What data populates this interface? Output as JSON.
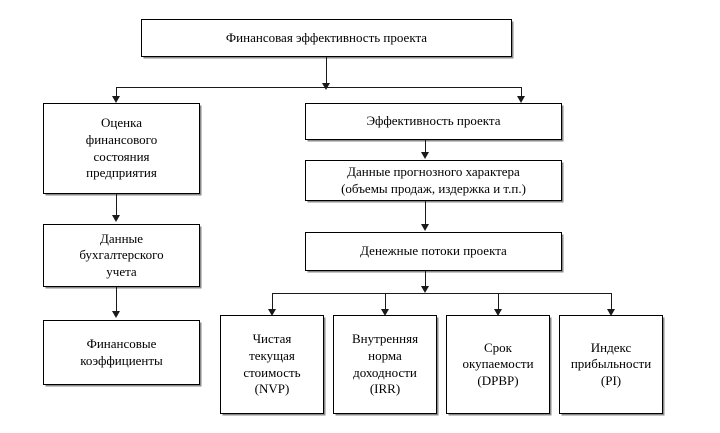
{
  "diagram": {
    "title": "Финансовая эффективность проекта",
    "type": "hierarchy-flowchart",
    "root": {
      "id": "root",
      "label": "Финансовая эффективность проекта"
    },
    "left_branch": [
      {
        "id": "assessment",
        "label": "Оценка\nфинансового\nсостояния\nпредприятия"
      },
      {
        "id": "accounting-data",
        "label": "Данные\nбухгалтерского\nучета"
      },
      {
        "id": "financial-ratios",
        "label": "Финансовые\nкоэффициенты"
      }
    ],
    "right_branch": [
      {
        "id": "project-efficiency",
        "label": "Эффективность проекта"
      },
      {
        "id": "forecast-data",
        "label": "Данные прогнозного характера\n(объемы продаж, издержка и т.п.)"
      },
      {
        "id": "cash-flows",
        "label": "Денежные потоки проекта"
      }
    ],
    "indicators": [
      {
        "id": "npv",
        "label": "Чистая\nтекущая\nстоимость\n(NVP)"
      },
      {
        "id": "irr",
        "label": "Внутренняя\nнорма\nдоходности\n(IRR)"
      },
      {
        "id": "dpbp",
        "label": "Срок\nокупаемости\n(DPBP)"
      },
      {
        "id": "pi",
        "label": "Индекс\nприбыльности\n(PI)"
      }
    ],
    "colors": {
      "box_border": "#000000",
      "box_shadow": "#8a8a8a",
      "connector": "#1a1a1a",
      "background": "#ffffff",
      "text": "#000000"
    }
  }
}
